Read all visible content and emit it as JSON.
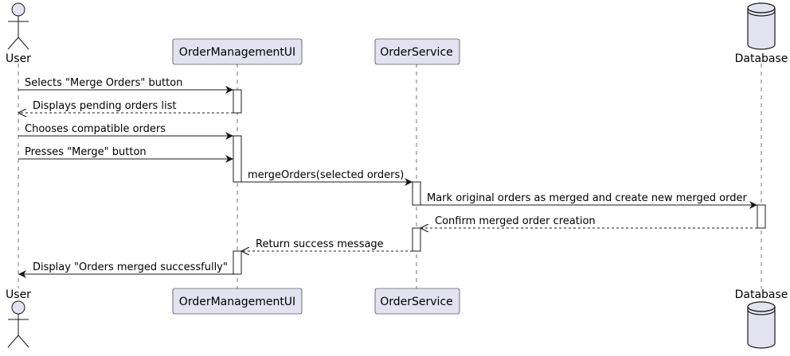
{
  "diagram": {
    "type": "sequence",
    "colors": {
      "participant_fill": "#E2E2F0",
      "participant_stroke": "#181818",
      "lifeline": "#181818",
      "activation_fill": "#FFFFFF",
      "arrow": "#181818",
      "text": "#000000"
    },
    "participants": [
      {
        "id": "user",
        "label": "User",
        "kind": "actor"
      },
      {
        "id": "ui",
        "label": "OrderManagementUI",
        "kind": "participant"
      },
      {
        "id": "svc",
        "label": "OrderService",
        "kind": "participant"
      },
      {
        "id": "db",
        "label": "Database",
        "kind": "database"
      }
    ],
    "messages": [
      {
        "from": "user",
        "to": "ui",
        "label": "Selects \"Merge Orders\" button",
        "style": "solid"
      },
      {
        "from": "ui",
        "to": "user",
        "label": "Displays pending orders list",
        "style": "dashed"
      },
      {
        "from": "user",
        "to": "ui",
        "label": "Chooses compatible orders",
        "style": "solid"
      },
      {
        "from": "user",
        "to": "ui",
        "label": "Presses \"Merge\" button",
        "style": "solid"
      },
      {
        "from": "ui",
        "to": "svc",
        "label": "mergeOrders(selected orders)",
        "style": "solid"
      },
      {
        "from": "svc",
        "to": "db",
        "label": "Mark original orders as merged and create new merged order",
        "style": "solid"
      },
      {
        "from": "db",
        "to": "svc",
        "label": "Confirm merged order creation",
        "style": "dashed"
      },
      {
        "from": "svc",
        "to": "ui",
        "label": "Return success message",
        "style": "dashed"
      },
      {
        "from": "ui",
        "to": "user",
        "label": "Display \"Orders merged successfully\"",
        "style": "solid"
      }
    ]
  }
}
